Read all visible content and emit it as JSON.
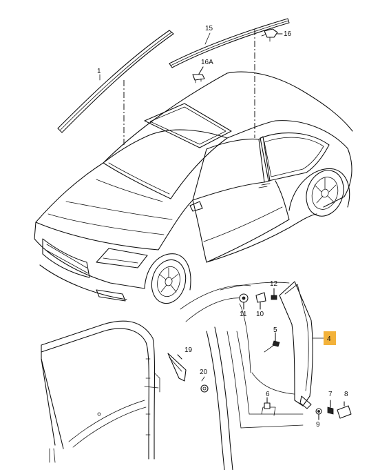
{
  "labels": {
    "p1": "1",
    "p15": "15",
    "p16": "16",
    "p16a": "16A",
    "p12": "12",
    "p11": "11",
    "p10": "10",
    "p5": "5",
    "p4": "4",
    "p19": "19",
    "p20": "20",
    "p6": "6",
    "p7": "7",
    "p8": "8",
    "p9": "9"
  },
  "highlight_color": "#f3b23a"
}
